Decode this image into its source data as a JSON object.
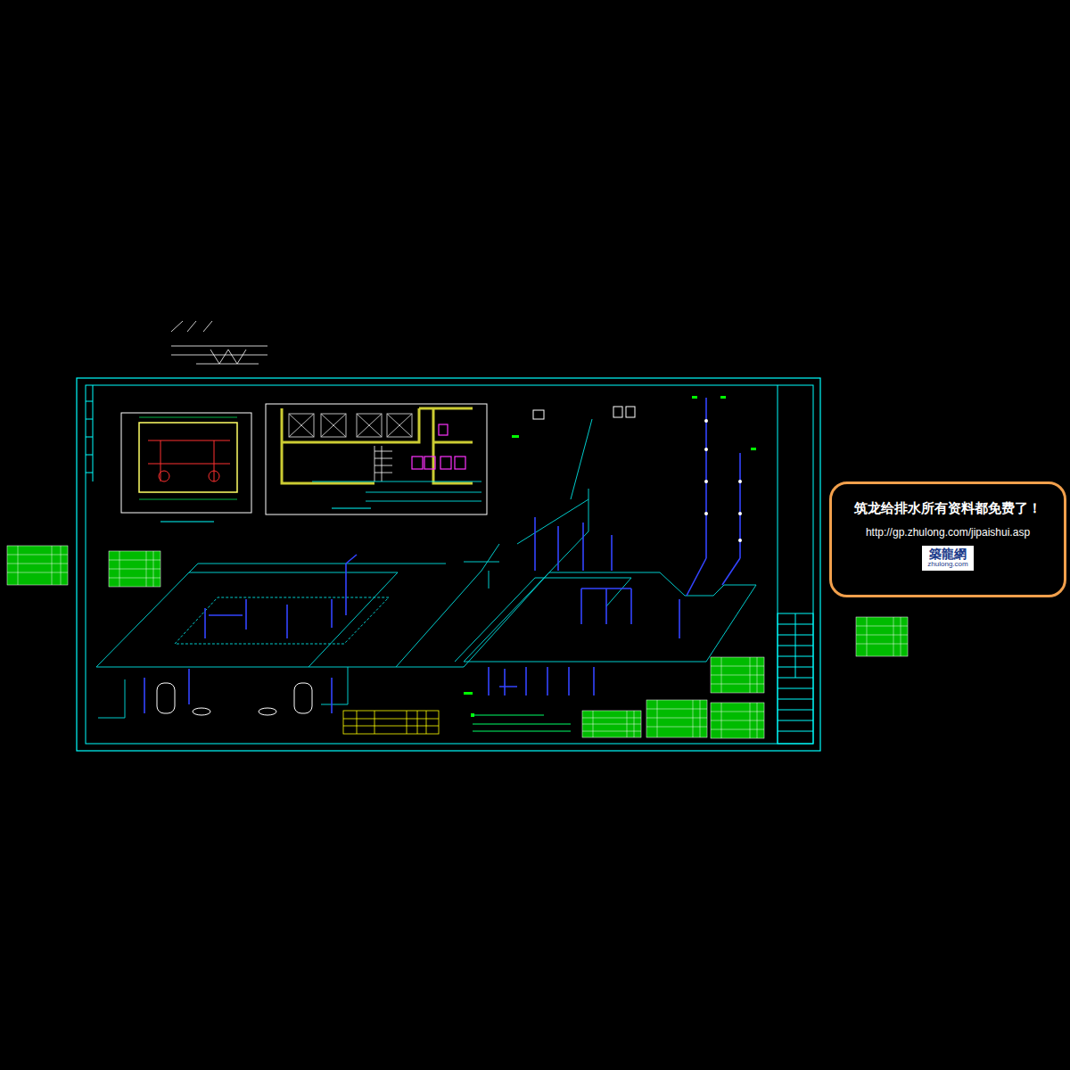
{
  "diagram": {
    "nodes": [
      {
        "text": [
          "筑龙给排水所有资料都免费了！",
          "http://gp.zhulong.com/jipaishui.asp"
        ]
      },
      {
        "text": [
          "築龍網",
          "zhulong.com"
        ],
        "in": 0
      }
    ]
  }
}
